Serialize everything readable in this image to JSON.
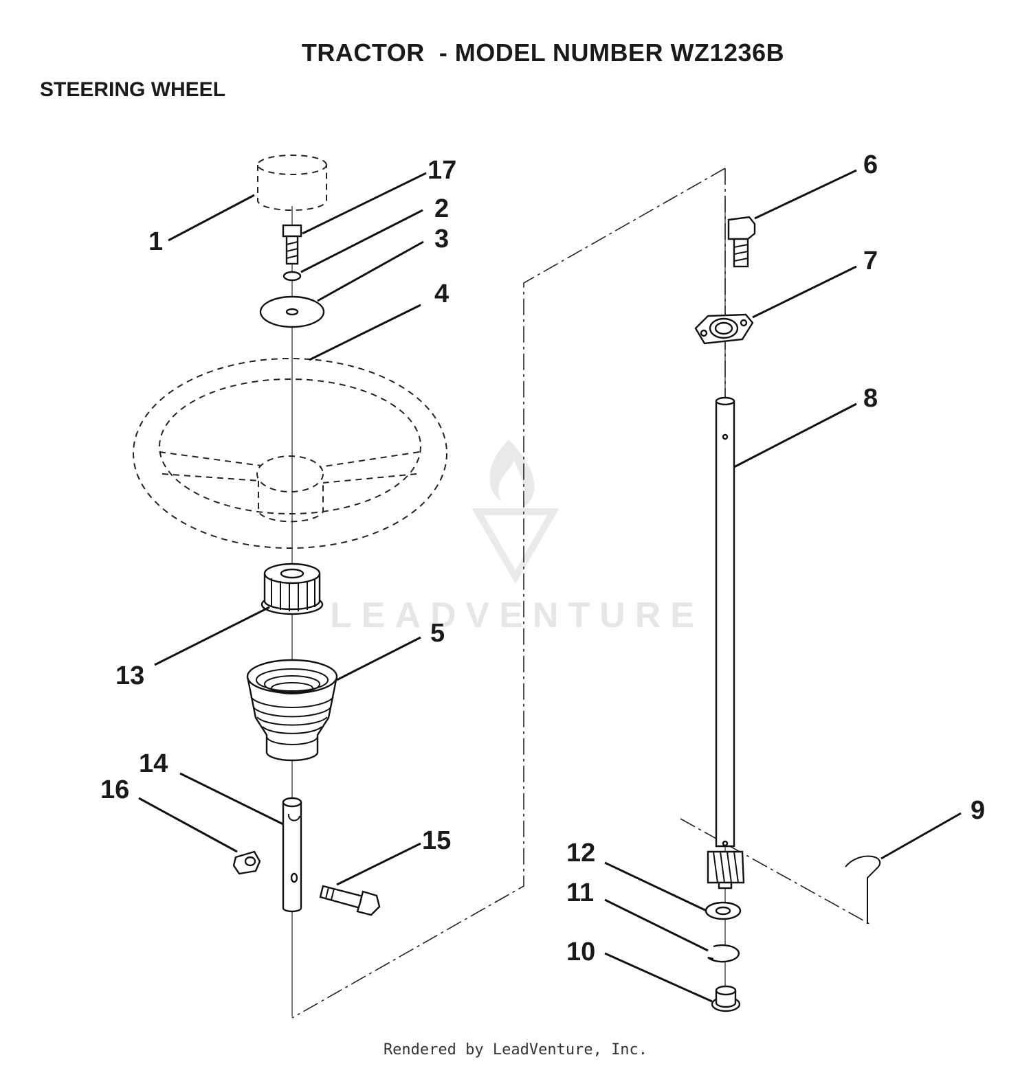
{
  "header": {
    "title": "TRACTOR  - MODEL NUMBER WZ1236B",
    "subtitle": "STEERING WHEEL"
  },
  "callouts": [
    "1",
    "17",
    "2",
    "3",
    "4",
    "13",
    "5",
    "14",
    "16",
    "15",
    "6",
    "7",
    "8",
    "9",
    "12",
    "11",
    "10"
  ],
  "watermark": {
    "text": "LEADVENTURE"
  },
  "footer": {
    "text": "Rendered by LeadVenture, Inc."
  }
}
